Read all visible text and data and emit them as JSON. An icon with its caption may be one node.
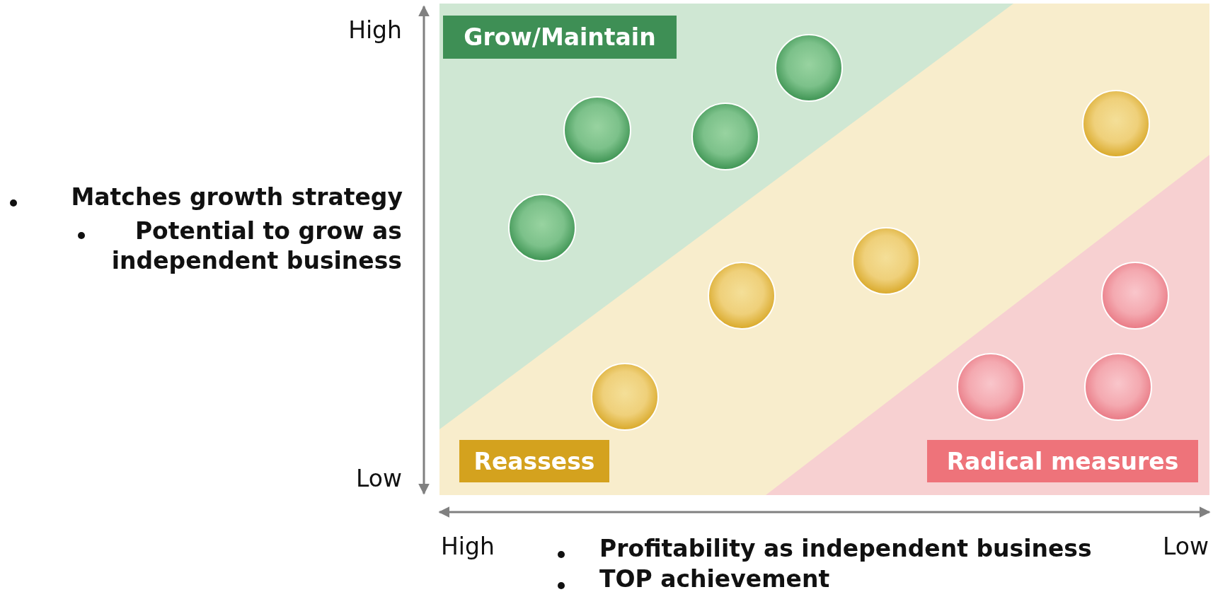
{
  "diagram": {
    "nodes": [
      {
        "text": [
          "Grow/Maintain"
        ]
      },
      {
        "text": [],
        "shape": "circle"
      },
      {
        "text": [],
        "shape": "circle"
      },
      {
        "text": [],
        "shape": "circle"
      },
      {
        "text": [],
        "shape": "circle"
      },
      {
        "text": [],
        "shape": "circle"
      },
      {
        "text": [],
        "shape": "circle"
      },
      {
        "text": [],
        "shape": "circle"
      },
      {
        "text": [],
        "shape": "circle"
      },
      {
        "text": [],
        "shape": "circle"
      },
      {
        "text": [],
        "shape": "circle"
      },
      {
        "text": [],
        "shape": "circle"
      },
      {
        "text": [
          "Reassess"
        ]
      },
      {
        "text": [
          "Radical measures"
        ]
      }
    ],
    "edges": [],
    "labels": [
      "High",
      "Low",
      "Matches growth strategy",
      "Potential to grow as independent business",
      "High",
      "Profitability as independent business",
      "TOP achievement",
      "Low"
    ]
  }
}
